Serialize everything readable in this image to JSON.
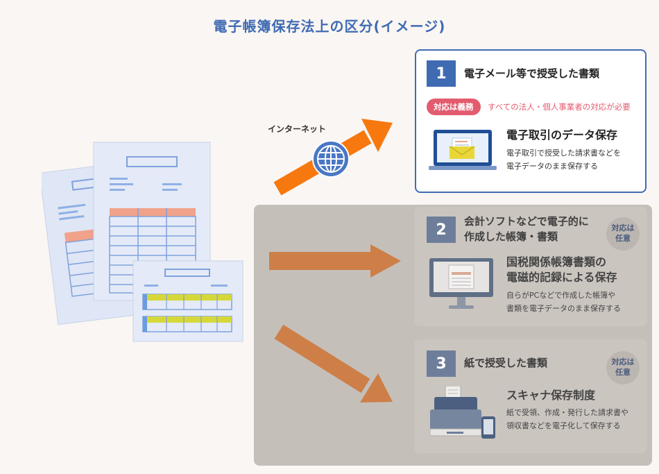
{
  "title": "電子帳簿保存法上の区分(イメージ)",
  "internet_label": "インターネット",
  "cards": [
    {
      "number": "1",
      "title": "電子メール等で授受した書類",
      "duty_badge": "対応は義務",
      "duty_text": "すべての法人・個人事業者の対応が必要",
      "subtitle": "電子取引のデータ保存",
      "desc_line1": "電子取引で授受した請求書などを",
      "desc_line2": "電子データのまま保存する"
    },
    {
      "number": "2",
      "title_line1": "会計ソフトなどで電子的に",
      "title_line2": "作成した帳簿・書類",
      "optional_badge_line1": "対応は",
      "optional_badge_line2": "任意",
      "subtitle_line1": "国税関係帳簿書類の",
      "subtitle_line2": "電磁的記録による保存",
      "desc_line1": "自らがPCなどで作成した帳簿や",
      "desc_line2": "書類を電子データのまま保存する"
    },
    {
      "number": "3",
      "title": "紙で授受した書類",
      "optional_badge_line1": "対応は",
      "optional_badge_line2": "任意",
      "subtitle": "スキャナ保存制度",
      "desc_line1": "紙で受領、作成・発行した請求書や",
      "desc_line2": "領収書などを電子化して保存する"
    }
  ],
  "colors": {
    "brand_blue": "#3f6bb3",
    "duty_red": "#e35b6f",
    "arrow_orange": "#f7780f",
    "arrow_dim": "#cd7f47",
    "panel_gray": "#c5bfba"
  }
}
